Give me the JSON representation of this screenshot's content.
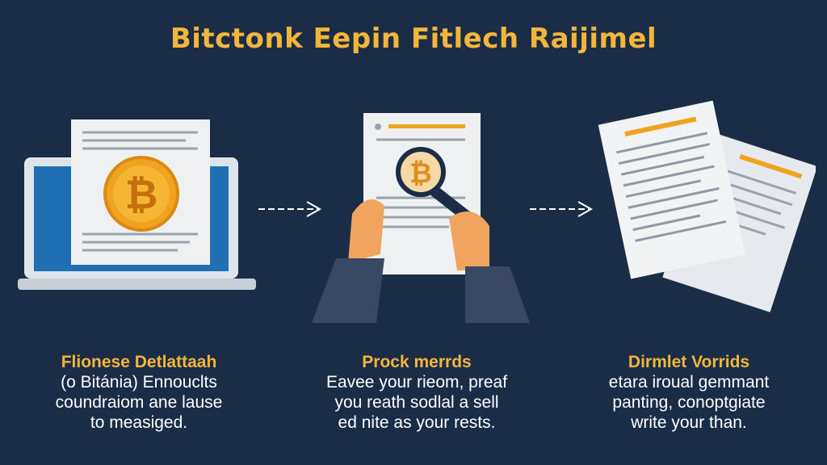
{
  "title": "Bitctonk Eepin Fitlech Raijimel",
  "steps": [
    {
      "heading": "Flionese Detlattaah",
      "lines": [
        "(o Bitánia) Ennouclts",
        "coundraiom ane lause",
        "to measiged."
      ],
      "icon": "laptop-bitcoin-document-icon"
    },
    {
      "heading": "Prock merrds",
      "lines": [
        "Eavee your rieom, preaf",
        "you reath sodlal a sell",
        "ed nite as your rests."
      ],
      "icon": "magnifier-document-icon"
    },
    {
      "heading": "Dirmlet Vorrids",
      "lines": [
        "etara iroual gemmant",
        "panting, conoptgiate",
        "write your than."
      ],
      "icon": "documents-stack-icon"
    }
  ],
  "colors": {
    "background": "#1b2d46",
    "accent": "#f3b53a",
    "bitcoin": "#f0a31e"
  }
}
